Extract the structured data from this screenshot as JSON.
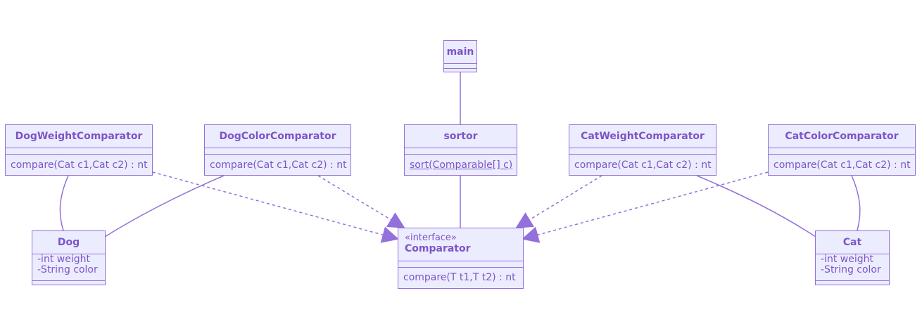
{
  "diagram": {
    "colors": {
      "fill": "#ECECFF",
      "stroke": "#9370DB",
      "text": "#7B55C7",
      "line": "#9370DB"
    },
    "classes": {
      "main": {
        "name": "main",
        "attributes": [],
        "methods": []
      },
      "sortor": {
        "name": "sortor",
        "attributes": [],
        "methods": [
          "sort(Comparable[] c)"
        ]
      },
      "dogWeight": {
        "name": "DogWeightComparator",
        "attributes": [],
        "methods": [
          "compare(Cat c1,Cat c2) : nt"
        ]
      },
      "dogColor": {
        "name": "DogColorComparator",
        "attributes": [],
        "methods": [
          "compare(Cat c1,Cat c2) : nt"
        ]
      },
      "catWeight": {
        "name": "CatWeightComparator",
        "attributes": [],
        "methods": [
          "compare(Cat c1,Cat c2) : nt"
        ]
      },
      "catColor": {
        "name": "CatColorComparator",
        "attributes": [],
        "methods": [
          "compare(Cat c1,Cat c2) : nt"
        ]
      },
      "dog": {
        "name": "Dog",
        "attributes": [
          "-int weight",
          "-String color"
        ],
        "methods": []
      },
      "cat": {
        "name": "Cat",
        "attributes": [
          "-int weight",
          "-String color"
        ],
        "methods": []
      },
      "comparator": {
        "stereotype": "«interface»",
        "name": "Comparator",
        "attributes": [],
        "methods": [
          "compare(T t1,T t2) : nt"
        ]
      }
    },
    "relations": [
      {
        "from": "main",
        "to": "sortor",
        "kind": "association"
      },
      {
        "from": "sortor",
        "to": "comparator",
        "kind": "association"
      },
      {
        "from": "dogWeight",
        "to": "dog",
        "kind": "association"
      },
      {
        "from": "dogColor",
        "to": "dog",
        "kind": "association"
      },
      {
        "from": "catWeight",
        "to": "cat",
        "kind": "association"
      },
      {
        "from": "catColor",
        "to": "cat",
        "kind": "association"
      },
      {
        "from": "dogWeight",
        "to": "comparator",
        "kind": "realization"
      },
      {
        "from": "dogColor",
        "to": "comparator",
        "kind": "realization"
      },
      {
        "from": "catWeight",
        "to": "comparator",
        "kind": "realization"
      },
      {
        "from": "catColor",
        "to": "comparator",
        "kind": "realization"
      }
    ]
  }
}
